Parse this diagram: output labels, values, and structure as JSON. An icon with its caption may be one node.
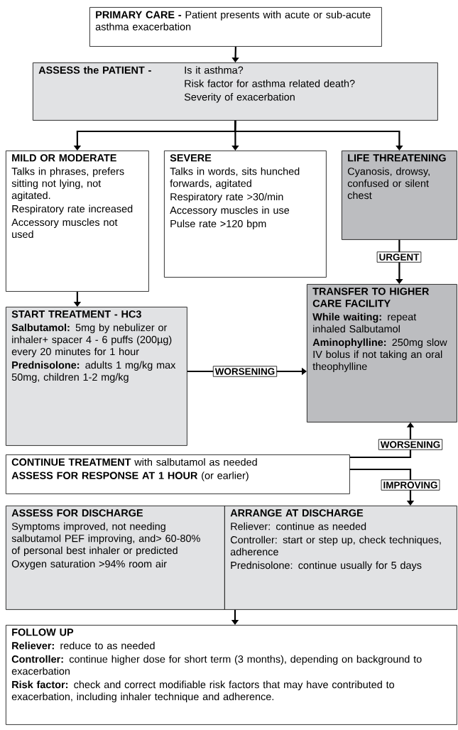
{
  "diagram": {
    "nodes": [
      {
        "text": [
          "**PRIMARY CARE -** Patient presents with acute or sub-acute asthma exacerbation"
        ]
      },
      {
        "text": [
          "ASSESS the PATIENT -",
          "Is it asthma?",
          "Risk factor for asthma related death?",
          "Severity of exacerbation"
        ]
      },
      {
        "text": [
          "MILD OR MODERATE",
          "Talks in phrases, prefers sitting not lying, not agitated.",
          "Respiratory rate increased",
          "Accessory muscles not used"
        ]
      },
      {
        "text": [
          "SEVERE",
          "Talks in words, sits hunched forwards, agitated",
          "Respiratory rate >30/min",
          "Accessory muscles in use",
          "Pulse rate >120 bpm"
        ]
      },
      {
        "text": [
          "LIFE THREATENING",
          "Cyanosis, drowsy, confused or silent chest"
        ]
      },
      {
        "text": [
          "START TREATMENT - HC3",
          "**Salbutamol:** 5mg by nebulizer or inhaler+ spacer 4 - 6 puffs (200µg) every 20 minutes for 1 hour",
          "**Prednisolone:** adults 1 mg/kg max 50mg, children 1-2 mg/kg"
        ]
      },
      {
        "text": [
          "TRANSFER TO HIGHER CARE FACILITY",
          "**While waiting:** repeat inhaled Salbutamol",
          "**Aminophylline:** 250mg slow IV bolus if not taking an oral theophylline"
        ]
      },
      {
        "text": [
          "**CONTINUE TREATMENT** with salbutamol as needed",
          "**ASSESS FOR RESPONSE AT 1 HOUR** (or earlier)"
        ]
      },
      {
        "text": [
          "ASSESS FOR DISCHARGE",
          "Symptoms improved, not needing salbutamol PEF improving, and> 60-80% of personal best inhaler or predicted",
          "Oxygen saturation >94% room air"
        ]
      },
      {
        "text": [
          "ARRANGE AT DISCHARGE",
          "Reliever: continue as needed",
          "Controller: start or step up, check techniques, adherence",
          "Prednisolone: continue usually for 5 days"
        ]
      },
      {
        "text": [
          "FOLLOW UP",
          "**Reliever:** reduce to as needed",
          "**Controller:** continue higher dose for short term (3 months), depending on background to exacerbation",
          "**Risk factor:** check and correct modifiable risk factors that may have contributed to exacerbation, including inhaler technique and adherence."
        ]
      }
    ],
    "edges": [
      {
        "from": 0,
        "to": 1,
        "arrow": "to"
      },
      {
        "from": 1,
        "to": 2,
        "arrow": "to"
      },
      {
        "from": 1,
        "to": 3,
        "arrow": "to"
      },
      {
        "from": 1,
        "to": 4,
        "arrow": "to"
      },
      {
        "from": 2,
        "to": 5,
        "arrow": "to"
      },
      {
        "from": 4,
        "to": 6,
        "arrow": "to",
        "label": "URGENT"
      },
      {
        "from": 5,
        "to": 6,
        "arrow": "to",
        "label": "WORSENING"
      },
      {
        "from": 7,
        "to": 6,
        "arrow": "to",
        "label": "WORSENING"
      },
      {
        "from": 7,
        "to": 9,
        "arrow": "to",
        "label": "IMPROVING"
      },
      {
        "from": 9,
        "to": 10,
        "arrow": "to"
      }
    ]
  }
}
